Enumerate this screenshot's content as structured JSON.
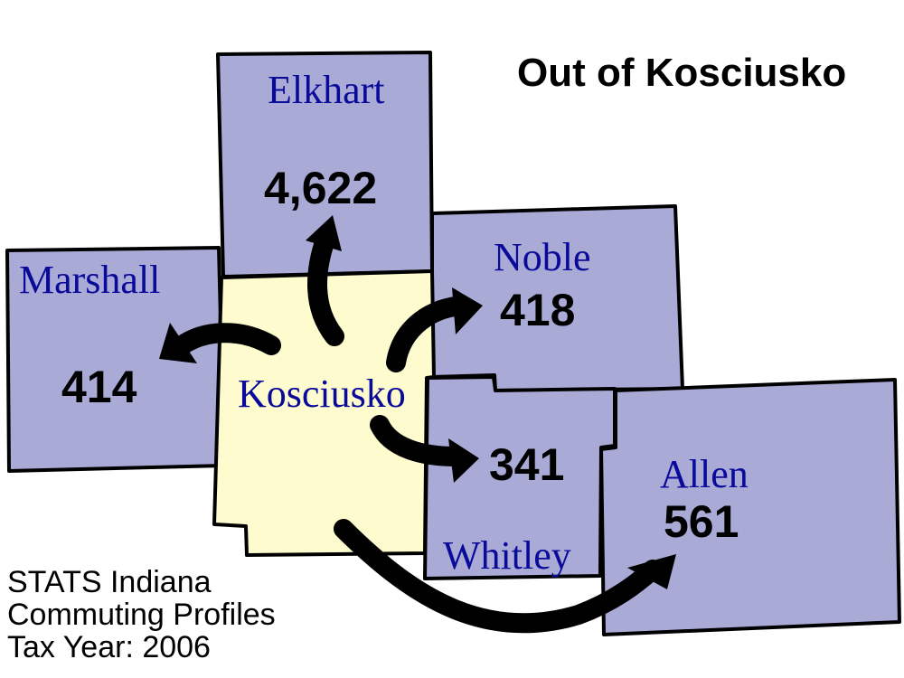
{
  "title": "Out of Kosciusko",
  "home_county": {
    "name": "Kosciusko",
    "color": "#fefcce"
  },
  "destination_color": "#a9aad6",
  "label_color": "#0a0a9a",
  "counties": [
    {
      "name": "Elkhart",
      "commuters": "4,622"
    },
    {
      "name": "Marshall",
      "commuters": "414"
    },
    {
      "name": "Noble",
      "commuters": "418"
    },
    {
      "name": "Whitley",
      "commuters": "341"
    },
    {
      "name": "Allen",
      "commuters": "561"
    }
  ],
  "source": {
    "line1": "STATS Indiana",
    "line2": "Commuting Profiles",
    "line3": "Tax Year: 2006"
  }
}
